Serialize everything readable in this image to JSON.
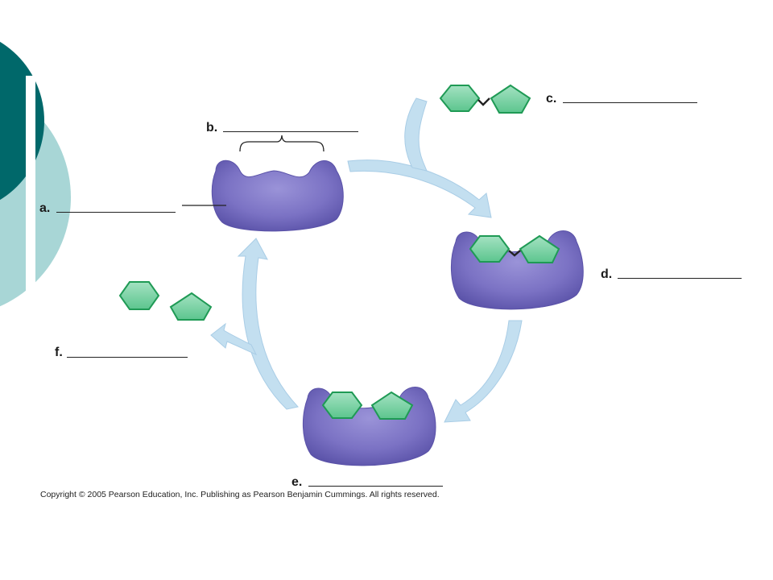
{
  "labels": [
    {
      "id": "a",
      "text": "a."
    },
    {
      "id": "b",
      "text": "b."
    },
    {
      "id": "c",
      "text": "c."
    },
    {
      "id": "d",
      "text": "d."
    },
    {
      "id": "e",
      "text": "e."
    },
    {
      "id": "f",
      "text": "f."
    }
  ],
  "copyright": "Copyright ©  2005 Pearson Education, Inc. Publishing as Pearson Benjamin Cummings. All rights reserved.",
  "colors": {
    "theme_dark_teal": "#00686a",
    "theme_light_teal": "#a8d6d6",
    "enzyme": "#7b72c4",
    "substrate_fill": "#7cd3a6",
    "substrate_stroke": "#1f9a55",
    "arrow": "#c3dff0"
  },
  "shapes": {
    "enzyme_count": 3,
    "hexagon_icon": "hexagon-substrate-icon",
    "pentagon_icon": "pentagon-substrate-icon"
  }
}
